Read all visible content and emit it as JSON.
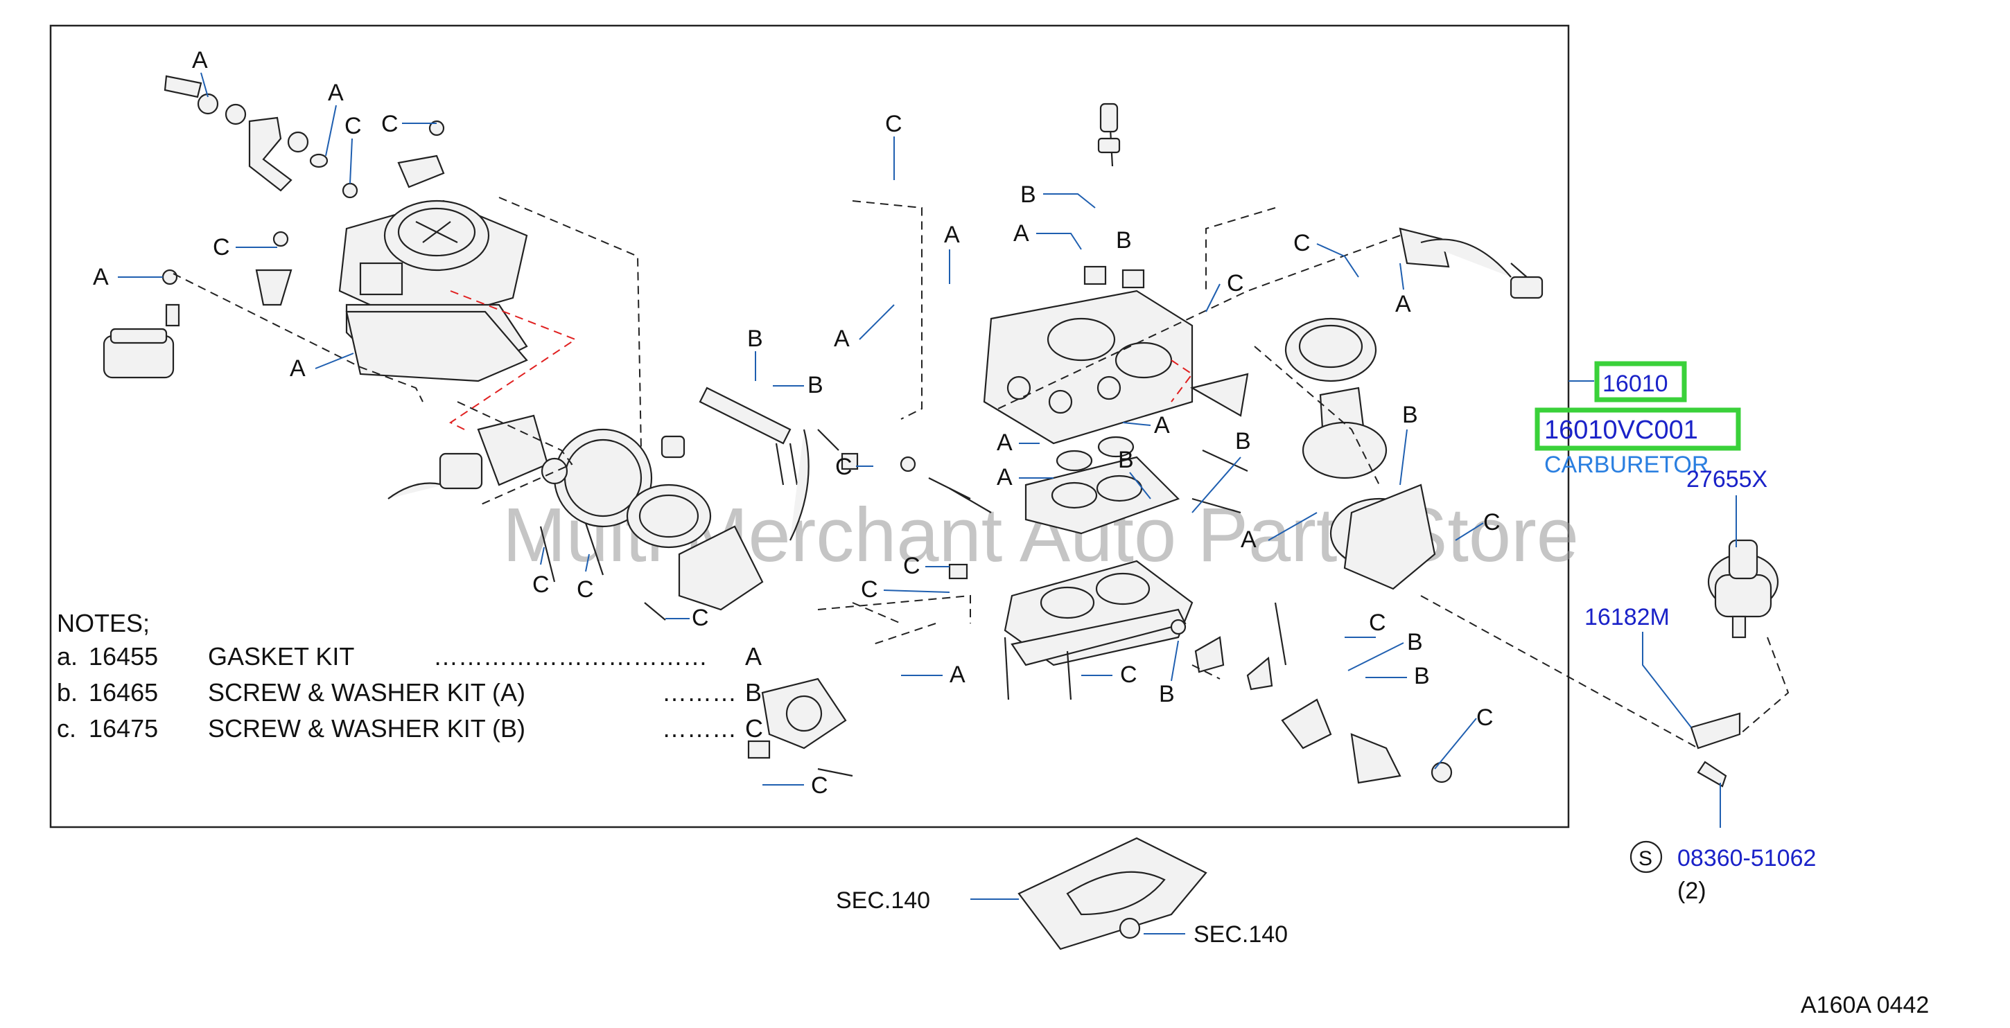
{
  "watermark": "Multi Merchant Auto Parts Store",
  "letters": {
    "a": "A",
    "b": "B",
    "c": "C"
  },
  "notes": {
    "title": "NOTES;",
    "rows": [
      {
        "idx": "a.",
        "code": "16455",
        "desc": "GASKET  KIT",
        "dots": "……………………………",
        "ref": "A"
      },
      {
        "idx": "b.",
        "code": "16465",
        "desc": "SCREW  &  WASHER  KIT  (A)",
        "dots": "………",
        "ref": "B"
      },
      {
        "idx": "c.",
        "code": "16475",
        "desc": "SCREW  &  WASHER  KIT  (B)",
        "dots": "………",
        "ref": "C"
      }
    ]
  },
  "callouts": {
    "main_part": "16010",
    "part_number": "16010VC001",
    "part_name": "CARBURETOR",
    "dashpot": "27655X",
    "bracket": "16182M",
    "screw_symbol": "S",
    "screw": "08360-51062",
    "screw_qty": "(2)",
    "sec1": "SEC.140",
    "sec2": "SEC.140"
  },
  "figure_code": "A160A  0442",
  "colors": {
    "highlight": "#3ad13a",
    "callout_blue": "#1a22c8",
    "name_blue": "#2a7fe0"
  }
}
